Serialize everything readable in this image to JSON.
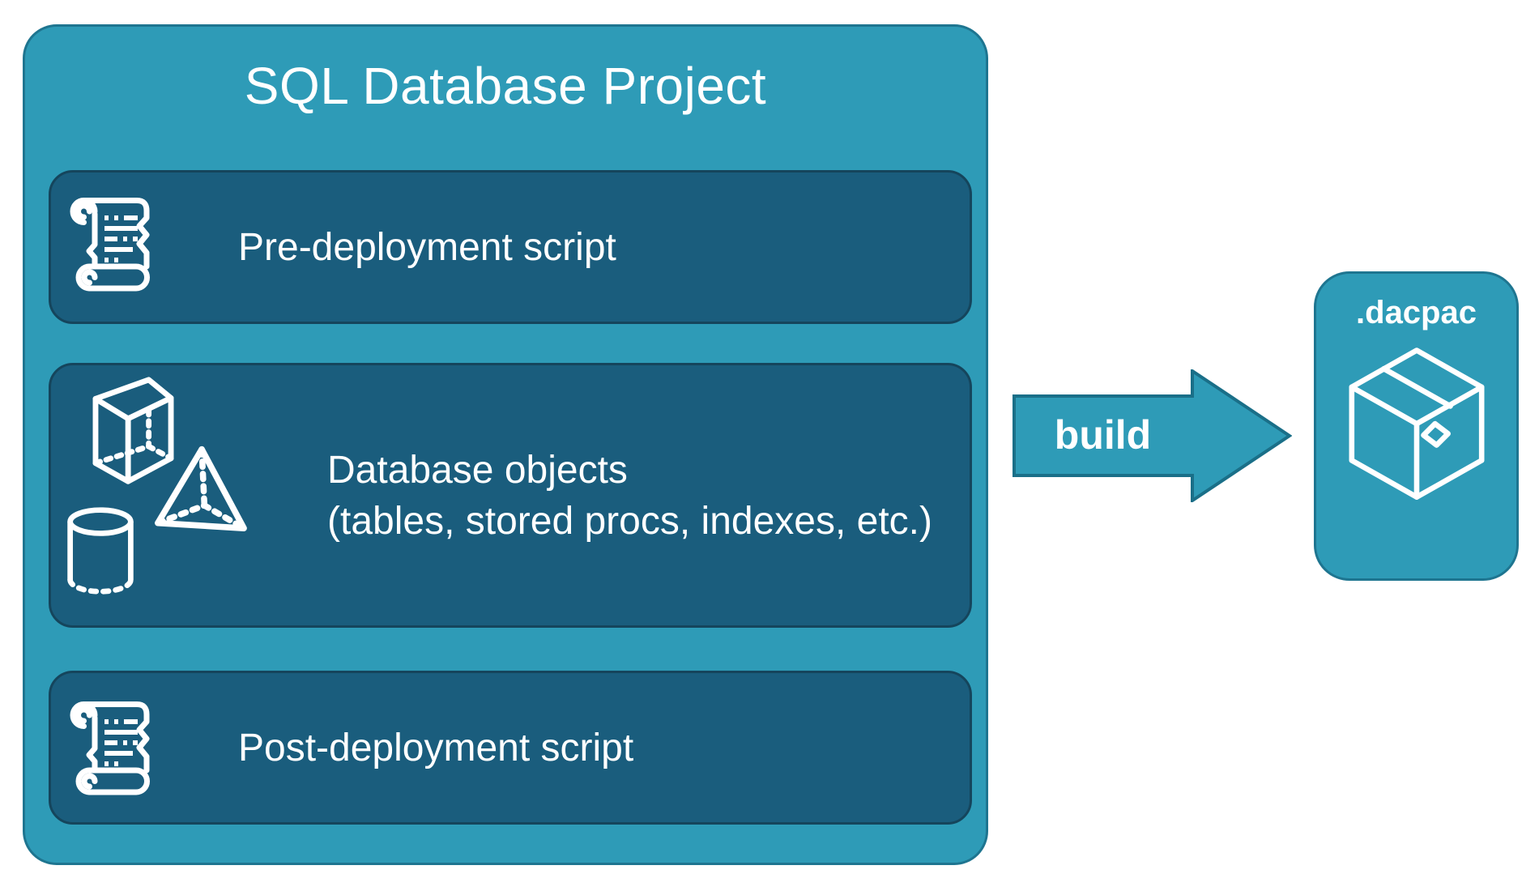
{
  "diagram": {
    "project": {
      "title": "SQL Database Project",
      "panels": [
        {
          "label": "Pre-deployment script",
          "icon": "scroll-icon"
        },
        {
          "label": "Database objects",
          "sublabel": "(tables, stored procs, indexes, etc.)",
          "icon": "geometry-shapes-icon"
        },
        {
          "label": "Post-deployment script",
          "icon": "scroll-icon"
        }
      ]
    },
    "build_arrow": {
      "label": "build"
    },
    "artifact": {
      "label": ".dacpac",
      "icon": "package-icon"
    }
  },
  "colors": {
    "container_teal": "#2E9BB7",
    "container_border": "#1E7590",
    "panel_dark": "#1A5D7D",
    "panel_border": "#15455C",
    "text": "#FFFFFF"
  }
}
